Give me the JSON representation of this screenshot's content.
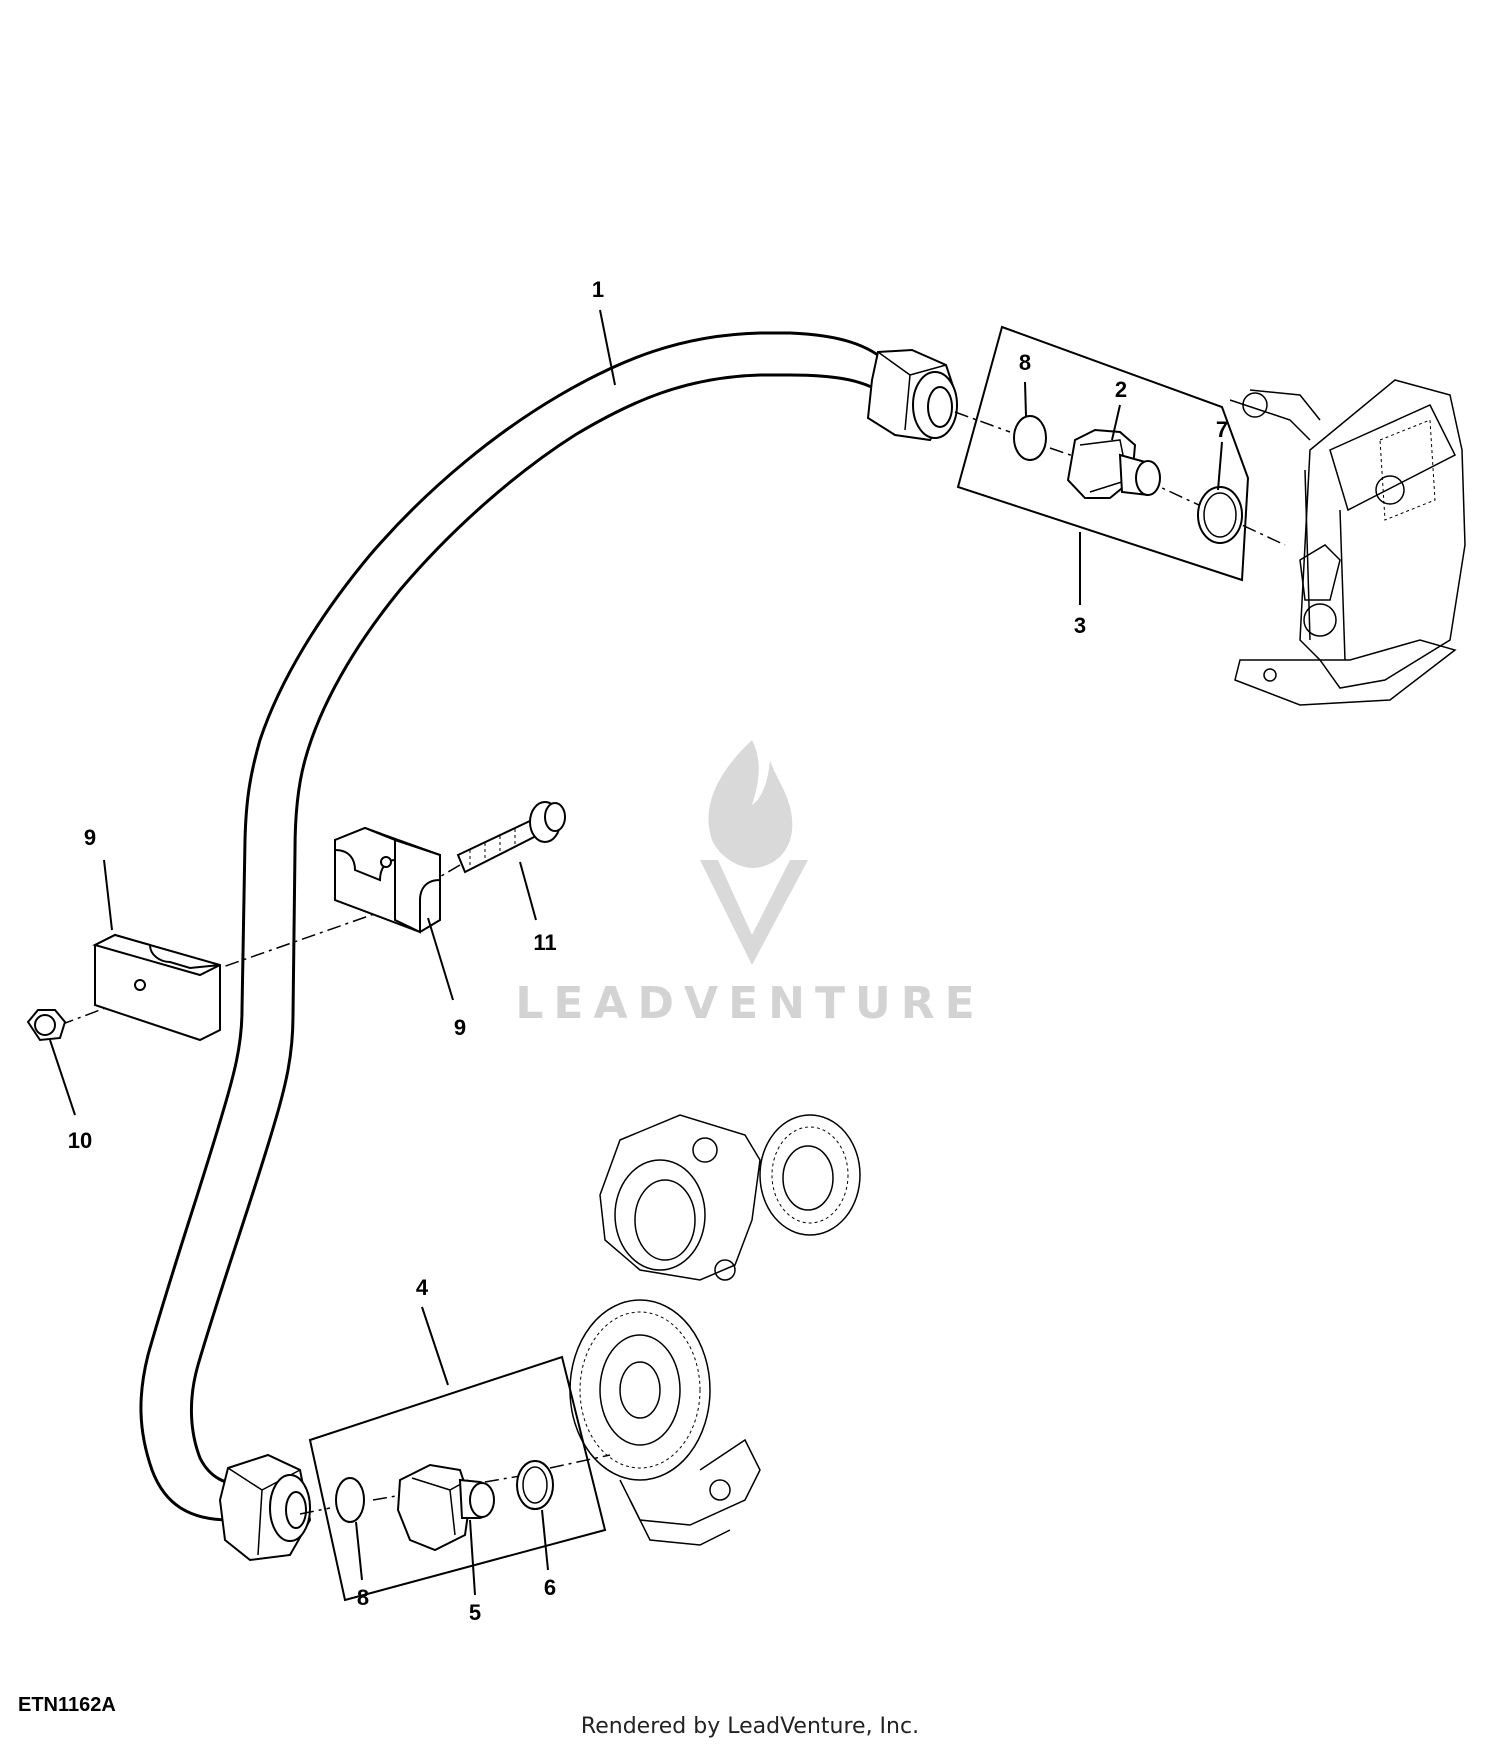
{
  "callouts": {
    "c1": "1",
    "c2": "2",
    "c3": "3",
    "c4": "4",
    "c5": "5",
    "c6": "6",
    "c7": "7",
    "c8_top": "8",
    "c8_bottom": "8",
    "c9_left": "9",
    "c9_right": "9",
    "c10": "10",
    "c11": "11"
  },
  "watermark": {
    "text": "LEADVENTURE"
  },
  "drawing_code": "ETN1162A",
  "footer": "Rendered by LeadVenture, Inc."
}
